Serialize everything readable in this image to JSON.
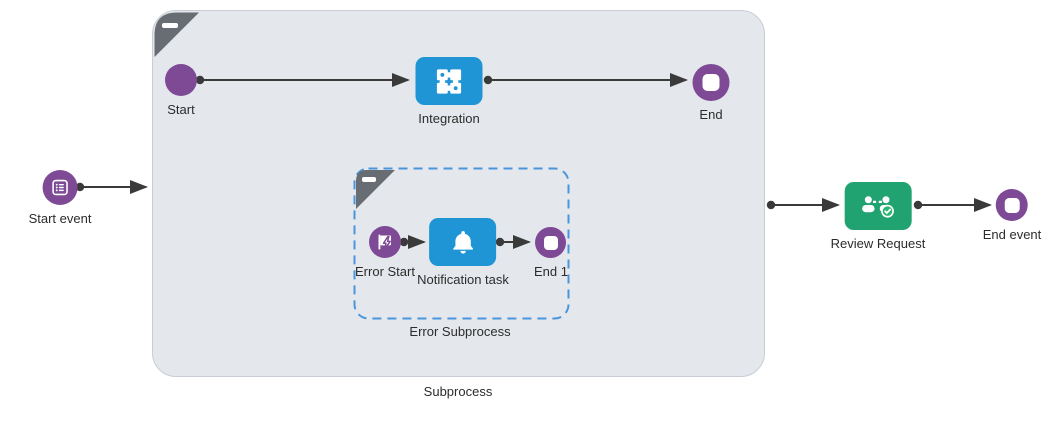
{
  "canvas": {
    "outer_flow": {
      "start_event": {
        "label": "Start event"
      },
      "review_request": {
        "label": "Review Request"
      },
      "end_event": {
        "label": "End event"
      }
    },
    "subprocess": {
      "label": "Subprocess",
      "flow": {
        "start": {
          "label": "Start"
        },
        "integration": {
          "label": "Integration"
        },
        "end": {
          "label": "End"
        }
      },
      "error_subprocess": {
        "label": "Error Subprocess",
        "flow": {
          "error_start": {
            "label": "Error Start"
          },
          "notification_task": {
            "label": "Notification task"
          },
          "end_1": {
            "label": "End 1"
          }
        }
      }
    },
    "icons": {
      "start_event": "list-note-icon",
      "integration": "puzzle-icon",
      "error_start": "lightning-flag-icon",
      "notification_task": "bell-icon",
      "review_request": "users-approval-icon",
      "subprocess_collapse": "minus-icon",
      "error_subprocess_collapse": "minus-icon"
    },
    "colors": {
      "event_purple": "#7e4a96",
      "task_blue": "#2095d6",
      "task_green": "#20a271",
      "badge_green": "#2bb673",
      "subprocess_fill": "#e4e7ec",
      "subprocess_border": "#c8ccd4",
      "error_subprocess_border": "#4a96dc",
      "fold_corner_gray": "#686d73",
      "connector": "#3a3a3a"
    },
    "connectors": [
      {
        "from": "start_event",
        "to": "subprocess"
      },
      {
        "from": "start",
        "to": "integration"
      },
      {
        "from": "integration",
        "to": "end"
      },
      {
        "from": "error_start",
        "to": "notification_task"
      },
      {
        "from": "notification_task",
        "to": "end_1"
      },
      {
        "from": "subprocess",
        "to": "review_request"
      },
      {
        "from": "review_request",
        "to": "end_event"
      }
    ]
  }
}
